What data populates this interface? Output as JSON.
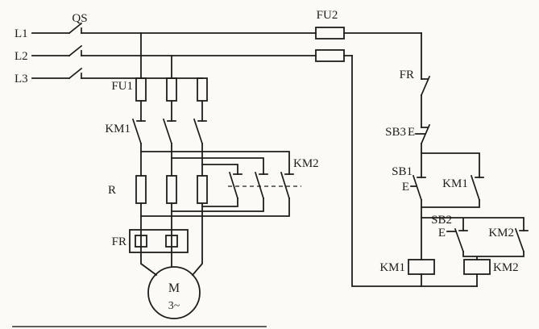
{
  "colors": {
    "line": "#1d1d1b",
    "background": "#fbfaf7"
  },
  "power_circuit": {
    "phases": [
      "L1",
      "L2",
      "L3"
    ],
    "disconnect": "QS",
    "fuses": "FU1",
    "main_contacts": "KM1",
    "resistors": "R",
    "bypass_contacts": "KM2",
    "overload": "FR",
    "motor": "M",
    "motor_type": "3~"
  },
  "control_circuit": {
    "fuses": "FU2",
    "overload_contact": "FR",
    "stop_button": "SB3",
    "start_button": "SB1",
    "run_button": "SB2",
    "button_actuator": "E",
    "seal_km1": "KM1",
    "seal_km2": "KM2",
    "coil_km1": "KM1",
    "coil_km2": "KM2"
  }
}
